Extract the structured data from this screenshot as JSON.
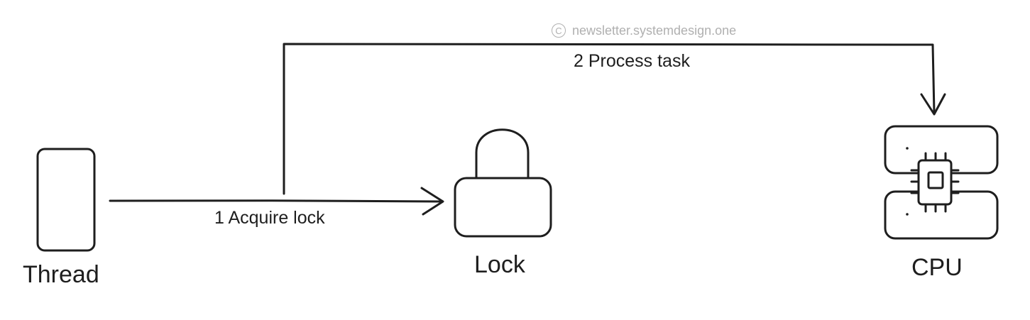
{
  "watermark": {
    "icon": "copyright-icon",
    "symbol": "C",
    "text": "newsletter.systemdesign.one"
  },
  "nodes": {
    "thread": {
      "label": "Thread",
      "icon": "thread-rectangle"
    },
    "lock": {
      "label": "Lock",
      "icon": "lock-icon"
    },
    "cpu": {
      "label": "CPU",
      "icon": "cpu-icon"
    }
  },
  "edges": {
    "acquire": {
      "step": "1",
      "label": "1 Acquire lock"
    },
    "process": {
      "step": "2",
      "label": "2 Process task"
    }
  },
  "colors": {
    "stroke": "#1e1e1e",
    "watermark": "#b0b0b0",
    "background": "#ffffff"
  }
}
